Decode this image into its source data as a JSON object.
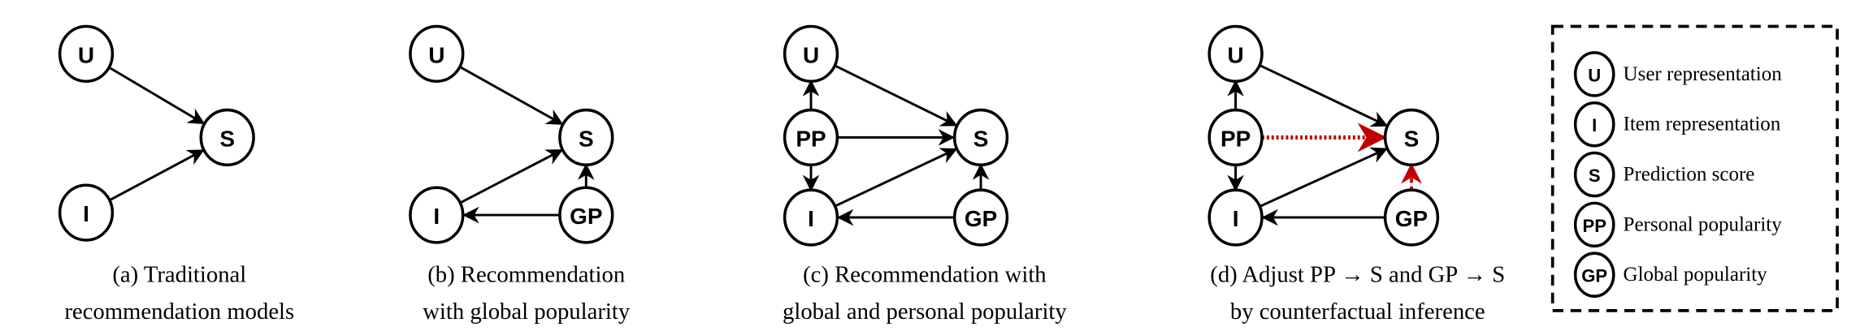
{
  "panels": [
    {
      "id": "a",
      "caption": [
        "(a) Traditional",
        "recommendation models"
      ],
      "nodes": [
        "U",
        "S",
        "I"
      ],
      "edges": [
        {
          "from": "U",
          "to": "S"
        },
        {
          "from": "I",
          "to": "S"
        }
      ]
    },
    {
      "id": "b",
      "caption": [
        "(b) Recommendation",
        "with global popularity"
      ],
      "nodes": [
        "U",
        "S",
        "I",
        "GP"
      ],
      "edges": [
        {
          "from": "U",
          "to": "S"
        },
        {
          "from": "I",
          "to": "S"
        },
        {
          "from": "GP",
          "to": "I"
        },
        {
          "from": "GP",
          "to": "S"
        }
      ]
    },
    {
      "id": "c",
      "caption": [
        "(c) Recommendation with",
        "global and personal popularity"
      ],
      "nodes": [
        "U",
        "PP",
        "S",
        "I",
        "GP"
      ],
      "edges": [
        {
          "from": "PP",
          "to": "U"
        },
        {
          "from": "PP",
          "to": "I"
        },
        {
          "from": "PP",
          "to": "S"
        },
        {
          "from": "U",
          "to": "S"
        },
        {
          "from": "I",
          "to": "S"
        },
        {
          "from": "GP",
          "to": "I"
        },
        {
          "from": "GP",
          "to": "S"
        }
      ]
    },
    {
      "id": "d",
      "caption": [
        "(d) Adjust PP → S and GP → S",
        "by counterfactual inference"
      ],
      "nodes": [
        "U",
        "PP",
        "S",
        "I",
        "GP"
      ],
      "edges": [
        {
          "from": "PP",
          "to": "U"
        },
        {
          "from": "PP",
          "to": "I"
        },
        {
          "from": "PP",
          "to": "S",
          "style": "adjusted-dotted"
        },
        {
          "from": "U",
          "to": "S"
        },
        {
          "from": "I",
          "to": "S"
        },
        {
          "from": "GP",
          "to": "I"
        },
        {
          "from": "GP",
          "to": "S",
          "style": "adjusted-dashed"
        }
      ]
    }
  ],
  "legend": [
    {
      "symbol": "U",
      "text": "User representation"
    },
    {
      "symbol": "I",
      "text": "Item representation"
    },
    {
      "symbol": "S",
      "text": "Prediction score"
    },
    {
      "symbol": "PP",
      "text": "Personal popularity"
    },
    {
      "symbol": "GP",
      "text": "Global popularity"
    }
  ],
  "colors": {
    "edge": "#000000",
    "adjusted_edge": "#c00000"
  }
}
